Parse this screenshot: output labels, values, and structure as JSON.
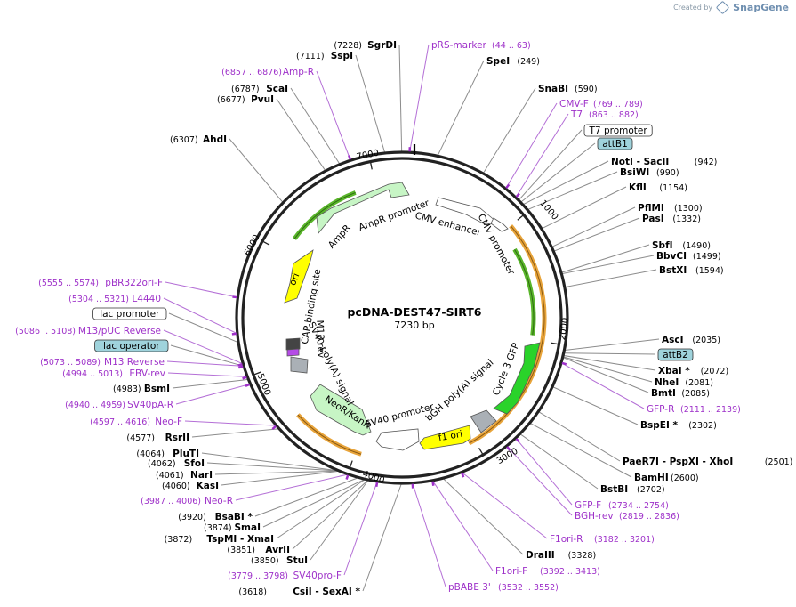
{
  "brand": {
    "created_by": "Created by",
    "app": "SnapGene"
  },
  "plasmid": {
    "name": "pcDNA-DEST47-SIRT6",
    "length_label": "7230 bp",
    "length": 7230
  },
  "colors": {
    "primer": "#9e31c9",
    "backbone": "#222222",
    "ampr": "#c7f5c5",
    "ori": "#ffff00",
    "gfp": "#2ad32a",
    "f1ori": "#ffff00",
    "neor": "#c7f5c5",
    "promoter": "#ffffff",
    "orange_ring": "#e8a43a",
    "green_ring": "#59b52a"
  },
  "tick_labels": [
    {
      "text": "1000",
      "bp": 1000
    },
    {
      "text": "2000",
      "bp": 2000
    },
    {
      "text": "3000",
      "bp": 3000
    },
    {
      "text": "4000",
      "bp": 4000
    },
    {
      "text": "5000",
      "bp": 5000
    },
    {
      "text": "6000",
      "bp": 6000
    },
    {
      "text": "7000",
      "bp": 7000
    }
  ],
  "feature_labels": [
    {
      "text": "AmpR promoter"
    },
    {
      "text": "AmpR"
    },
    {
      "text": "CMV enhancer"
    },
    {
      "text": "CMV promoter"
    },
    {
      "text": "ori"
    },
    {
      "text": "CAP binding site"
    },
    {
      "text": "M13 rev"
    },
    {
      "text": "SV40 poly(A) signal"
    },
    {
      "text": "NeoR/KanR"
    },
    {
      "text": "SV40 promoter"
    },
    {
      "text": "f1 ori"
    },
    {
      "text": "bGH poly(A) signal"
    },
    {
      "text": "Cycle 3 GFP"
    }
  ],
  "right_labels": [
    {
      "name": "SpeI",
      "pos": "(249)",
      "type": "site"
    },
    {
      "name": "SnaBI",
      "pos": "(590)",
      "type": "site"
    },
    {
      "name": "CMV-F",
      "pos": "(769 .. 789)",
      "type": "primer"
    },
    {
      "name": "T7",
      "pos": "(863 .. 882)",
      "type": "primer"
    },
    {
      "name": "T7 promoter",
      "pos": "",
      "type": "boxed"
    },
    {
      "name": "attB1",
      "pos": "",
      "type": "teal"
    },
    {
      "name": "NotI  - SacII",
      "pos": "(942)",
      "type": "site"
    },
    {
      "name": "BsiWI",
      "pos": "(990)",
      "type": "site"
    },
    {
      "name": "KflI",
      "pos": "(1154)",
      "type": "site"
    },
    {
      "name": "PflMI",
      "pos": "(1300)",
      "type": "site"
    },
    {
      "name": "PasI",
      "pos": "(1332)",
      "type": "site"
    },
    {
      "name": "SbfI",
      "pos": "(1490)",
      "type": "site"
    },
    {
      "name": "BbvCI",
      "pos": "(1499)",
      "type": "site"
    },
    {
      "name": "BstXI",
      "pos": "(1594)",
      "type": "site"
    },
    {
      "name": "AscI",
      "pos": "(2035)",
      "type": "site"
    },
    {
      "name": "attB2",
      "pos": "",
      "type": "teal"
    },
    {
      "name": "XbaI *",
      "pos": "(2072)",
      "type": "site"
    },
    {
      "name": "NheI",
      "pos": "(2081)",
      "type": "site"
    },
    {
      "name": "BmtI",
      "pos": "(2085)",
      "type": "site"
    },
    {
      "name": "GFP-R",
      "pos": "(2111 .. 2139)",
      "type": "primer"
    },
    {
      "name": "BspEI *",
      "pos": "(2302)",
      "type": "site"
    },
    {
      "name": "PaeR7I  - PspXI  - XhoI",
      "pos": "(2501)",
      "type": "site"
    },
    {
      "name": "BamHI",
      "pos": "(2600)",
      "type": "site"
    },
    {
      "name": "BstBI",
      "pos": "(2702)",
      "type": "site"
    },
    {
      "name": "GFP-F",
      "pos": "(2734 .. 2754)",
      "type": "primer"
    },
    {
      "name": "BGH-rev",
      "pos": "(2819 .. 2836)",
      "type": "primer"
    },
    {
      "name": "F1ori-R",
      "pos": "(3182 .. 3201)",
      "type": "primer"
    },
    {
      "name": "DraIII",
      "pos": "(3328)",
      "type": "site"
    },
    {
      "name": "F1ori-F",
      "pos": "(3392 .. 3413)",
      "type": "primer"
    },
    {
      "name": "pBABE 3'",
      "pos": "(3532 .. 3552)",
      "type": "primer"
    }
  ],
  "top_labels": [
    {
      "name": "SgrDI",
      "pos": "(7228)",
      "type": "site"
    },
    {
      "name": "pRS-marker",
      "pos": "(44 .. 63)",
      "type": "primer"
    },
    {
      "name": "SspI",
      "pos": "(7111)",
      "type": "site"
    }
  ],
  "left_labels": [
    {
      "name": "Amp-R",
      "pos": "(6857 .. 6876)",
      "type": "primer"
    },
    {
      "name": "ScaI",
      "pos": "(6787)",
      "type": "site"
    },
    {
      "name": "PvuI",
      "pos": "(6677)",
      "type": "site"
    },
    {
      "name": "AhdI",
      "pos": "(6307)",
      "type": "site"
    },
    {
      "name": "pBR322ori-F",
      "pos": "(5555 .. 5574)",
      "type": "primer"
    },
    {
      "name": "L4440",
      "pos": "(5304 .. 5321)",
      "type": "primer"
    },
    {
      "name": "lac promoter",
      "pos": "",
      "type": "boxed"
    },
    {
      "name": "M13/pUC Reverse",
      "pos": "(5086 .. 5108)",
      "type": "primer"
    },
    {
      "name": "lac operator",
      "pos": "",
      "type": "teal"
    },
    {
      "name": "M13 Reverse",
      "pos": "(5073 .. 5089)",
      "type": "primer"
    },
    {
      "name": "EBV-rev",
      "pos": "(4994 .. 5013)",
      "type": "primer"
    },
    {
      "name": "BsmI",
      "pos": "(4983)",
      "type": "site"
    },
    {
      "name": "SV40pA-R",
      "pos": "(4940 .. 4959)",
      "type": "primer"
    },
    {
      "name": "Neo-F",
      "pos": "(4597 .. 4616)",
      "type": "primer"
    },
    {
      "name": "RsrII",
      "pos": "(4577)",
      "type": "site"
    },
    {
      "name": "PluTI",
      "pos": "(4064)",
      "type": "site"
    },
    {
      "name": "SfoI",
      "pos": "(4062)",
      "type": "site"
    },
    {
      "name": "NarI",
      "pos": "(4061)",
      "type": "site"
    },
    {
      "name": "KasI",
      "pos": "(4060)",
      "type": "site"
    },
    {
      "name": "Neo-R",
      "pos": "(3987 .. 4006)",
      "type": "primer"
    },
    {
      "name": "BsaBI *",
      "pos": "(3920)",
      "type": "site"
    },
    {
      "name": "SmaI",
      "pos": "(3874)",
      "type": "site"
    },
    {
      "name": "TspMI  - XmaI",
      "pos": "(3872)",
      "type": "site"
    },
    {
      "name": "AvrII",
      "pos": "(3851)",
      "type": "site"
    },
    {
      "name": "StuI",
      "pos": "(3850)",
      "type": "site"
    },
    {
      "name": "SV40pro-F",
      "pos": "(3779 .. 3798)",
      "type": "primer"
    },
    {
      "name": "CsiI  - SexAI *",
      "pos": "(3618)",
      "type": "site"
    }
  ]
}
